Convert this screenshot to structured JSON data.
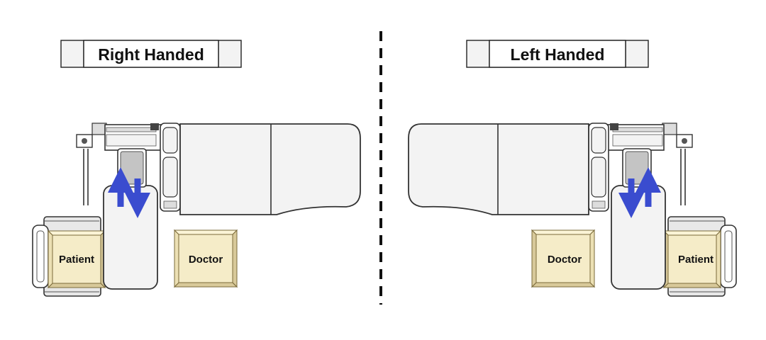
{
  "panels": {
    "right": {
      "title": "Right Handed",
      "patient": "Patient",
      "doctor": "Doctor"
    },
    "left": {
      "title": "Left Handed",
      "patient": "Patient",
      "doctor": "Doctor"
    }
  },
  "colors": {
    "arrow": "#3a4ccf",
    "box_fill": "#f5ecc8",
    "box_stroke": "#7a6a3a",
    "surface": "#f3f3f3",
    "outline": "#333333"
  }
}
